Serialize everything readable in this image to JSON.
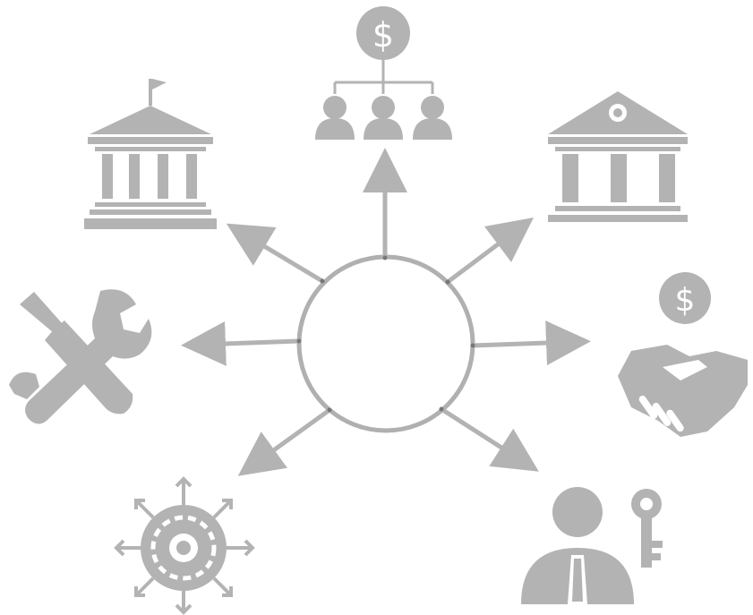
{
  "colors": {
    "icon": "#b3b3b3",
    "circle_stroke": "#b0b0b0",
    "arrow": "#b3b3b3",
    "background": "#ffffff",
    "dark_node": "#666666"
  },
  "hub": {
    "label": ""
  },
  "icons": [
    {
      "id": "funded-group",
      "icon": "people-funding-icon",
      "glyph": "$"
    },
    {
      "id": "bank-right",
      "icon": "bank-icon"
    },
    {
      "id": "handshake-money",
      "icon": "handshake-dollar-icon",
      "glyph": "$"
    },
    {
      "id": "person-key",
      "icon": "person-key-icon"
    },
    {
      "id": "virus-spread",
      "icon": "virus-spread-icon"
    },
    {
      "id": "tools",
      "icon": "wrench-screwdriver-icon"
    },
    {
      "id": "government",
      "icon": "government-building-icon"
    }
  ]
}
